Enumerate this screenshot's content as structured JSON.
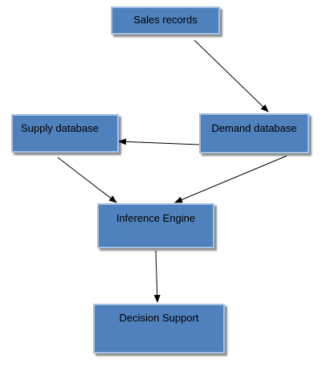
{
  "nodes": {
    "sales": "Sales records",
    "supply": "Supply database",
    "demand": "Demand database",
    "inference": "Inference Engine",
    "decision": "Decision Support"
  },
  "edges": [
    {
      "from": "sales",
      "to": "demand"
    },
    {
      "from": "demand",
      "to": "supply"
    },
    {
      "from": "supply",
      "to": "inference"
    },
    {
      "from": "demand",
      "to": "inference"
    },
    {
      "from": "inference",
      "to": "decision"
    }
  ],
  "colors": {
    "box_fill": "#4f81bd",
    "box_border": "#a6c1e3",
    "arrow": "#000000"
  }
}
